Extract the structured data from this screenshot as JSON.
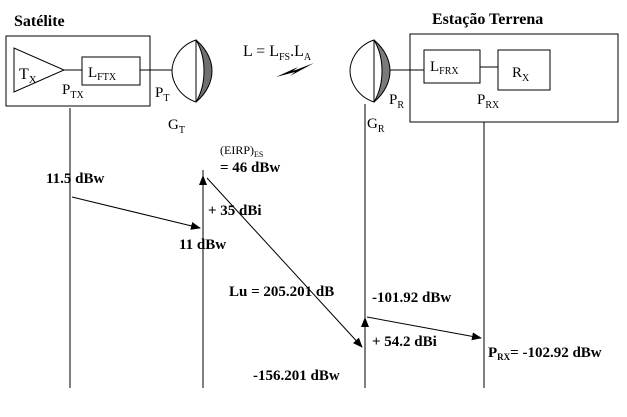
{
  "satellite": {
    "title": "Satélite",
    "tx": {
      "main": "T",
      "sub": "X"
    },
    "lftx": {
      "main": "L",
      "sub": "FTX"
    },
    "ptx": {
      "main": "P",
      "sub": "TX"
    },
    "pt": {
      "main": "P",
      "sub": "T"
    },
    "gt": {
      "main": "G",
      "sub": "T"
    }
  },
  "earth_station": {
    "title": "Estação Terrena",
    "lfrx": {
      "main": "L",
      "sub": "FRX"
    },
    "rx": {
      "main": "R",
      "sub": "X"
    },
    "pr": {
      "main": "P",
      "sub": "R"
    },
    "prx": {
      "main": "P",
      "sub": "RX"
    },
    "gr": {
      "main": "G",
      "sub": "R"
    }
  },
  "link_equation": {
    "lhs": "L = L",
    "fs_sub": "FS",
    "dot": ".L",
    "a_sub": "A"
  },
  "values": {
    "tx_power": "11.5 dBw",
    "after_loss": "11 dBw",
    "antenna_gain_tx": "+ 35 dBi",
    "eirp_label": "(EIRP)",
    "eirp_sub": "ES",
    "eirp_value": "= 46 dBw",
    "path_loss": "Lu = 205.201 dB",
    "rx_at_antenna": "-156.201 dBw",
    "antenna_gain_rx": "+ 54.2 dBi",
    "after_gain": "-101.92 dBw",
    "prx_main": "P",
    "prx_sub": "RX",
    "prx_value": "= -102.92 dBw"
  }
}
